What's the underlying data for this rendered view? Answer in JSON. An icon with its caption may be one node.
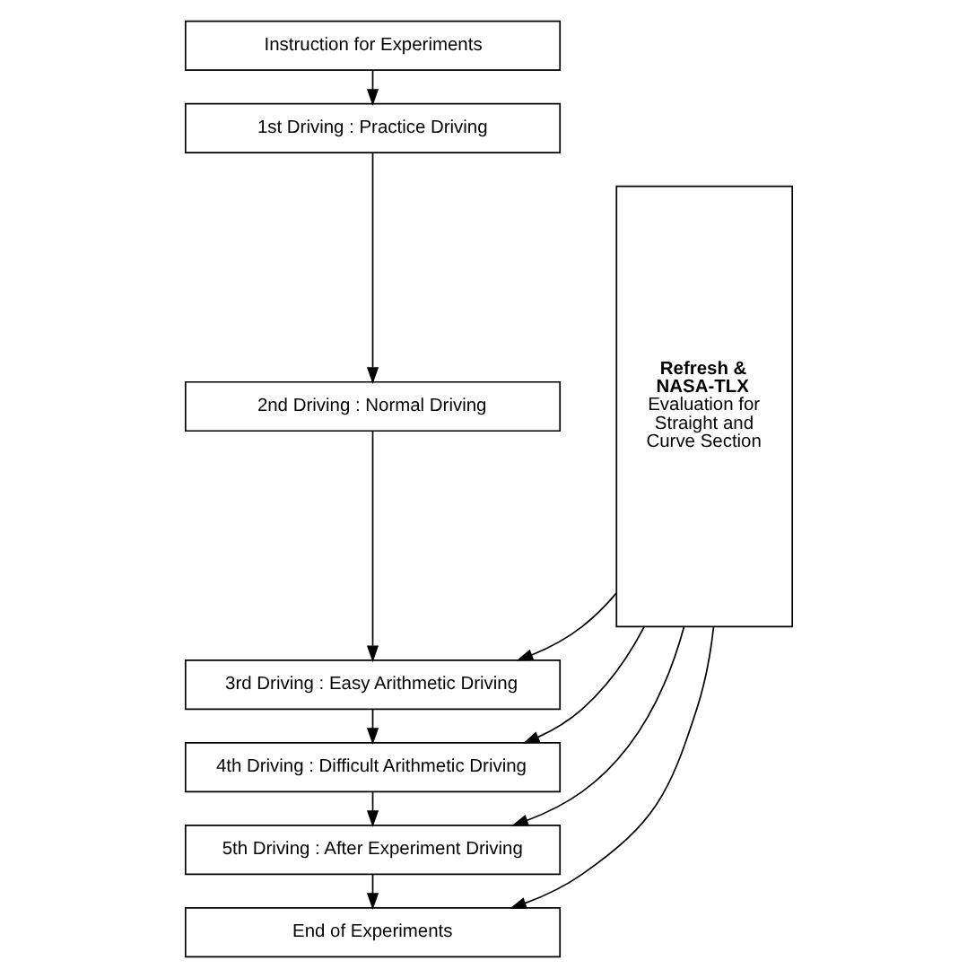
{
  "diagram": {
    "nodes": [
      {
        "text": [
          "Instruction for Experiments"
        ]
      },
      {
        "text": [
          "1st Driving : Practice Driving"
        ]
      },
      {
        "text": [
          "2nd Driving : Normal Driving"
        ]
      },
      {
        "text": [
          "3rd Driving : Easy Arithmetic Driving"
        ]
      },
      {
        "text": [
          "4th Driving : Difficult Arithmetic Driving"
        ]
      },
      {
        "text": [
          "5th Driving : After Experiment Driving"
        ]
      },
      {
        "text": [
          "End of Experiments"
        ]
      },
      {
        "text": [
          "**Refresh & NASA-TLX** Evaluation for Straight and Curve Section"
        ]
      }
    ],
    "edges": [
      {
        "from": 0,
        "to": 1,
        "arrow": "to"
      },
      {
        "from": 1,
        "to": 2,
        "arrow": "to"
      },
      {
        "from": 2,
        "to": 3,
        "arrow": "to"
      },
      {
        "from": 3,
        "to": 4,
        "arrow": "to"
      },
      {
        "from": 4,
        "to": 5,
        "arrow": "to"
      },
      {
        "from": 5,
        "to": 6,
        "arrow": "to"
      },
      {
        "from": 7,
        "to": 3,
        "arrow": "to"
      },
      {
        "from": 7,
        "to": 4,
        "arrow": "to"
      },
      {
        "from": 7,
        "to": 5,
        "arrow": "to"
      },
      {
        "from": 7,
        "to": 6,
        "arrow": "to"
      }
    ]
  }
}
